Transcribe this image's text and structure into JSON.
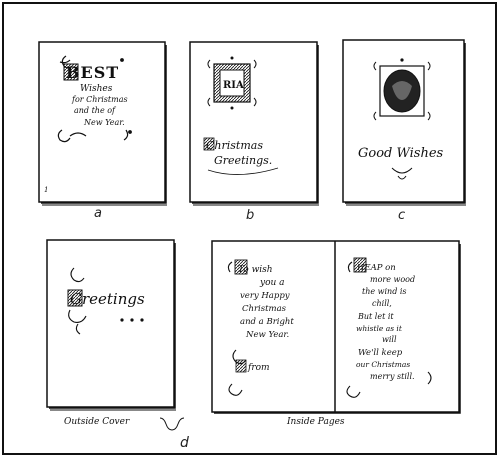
{
  "cards": {
    "a": {
      "lines": [
        "BEST",
        "Wishes",
        "for Christmas",
        "and the of",
        "New Year."
      ],
      "page_number": "1",
      "label": "a"
    },
    "b": {
      "monogram": "RIA",
      "lines": [
        "Christmas",
        "Greetings."
      ],
      "label": "b"
    },
    "c": {
      "lines": [
        "Good Wishes"
      ],
      "label": "c"
    },
    "d": {
      "outside_text": "Greetings",
      "inside_left": [
        "To wish",
        "you a",
        "very Happy",
        "Christmas",
        "and a Bright",
        "New Year.",
        "from"
      ],
      "inside_right": [
        "HEAP on",
        "more wood",
        "the wind is",
        "chill,",
        "But let it",
        "whistle as it",
        "will",
        "We'll keep",
        "our Christmas",
        "merry still."
      ],
      "caption_outside": "Outside Cover",
      "caption_inside": "Inside Pages",
      "label": "d"
    }
  },
  "colors": {
    "ink": "#111111",
    "paper": "#ffffff",
    "shade": "#444444"
  }
}
